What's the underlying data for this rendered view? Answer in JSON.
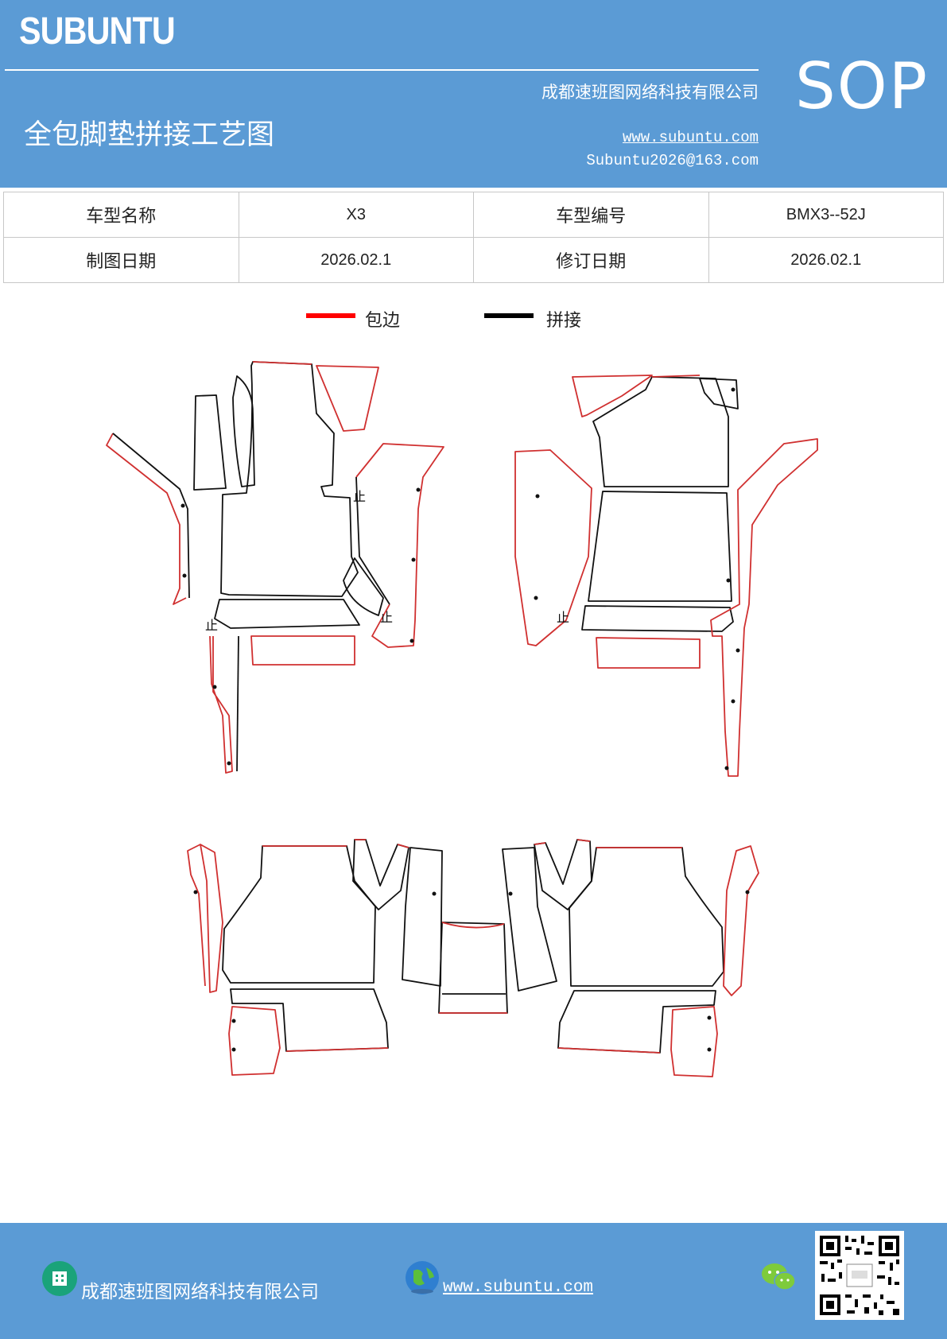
{
  "header": {
    "brand": "SUBUNTU",
    "sop": "SOP",
    "company": "成都速班图网络科技有限公司",
    "title": "全包脚垫拼接工艺图",
    "website": "www.subuntu.com",
    "email": "Subuntu2026@163.com"
  },
  "info_table": {
    "row1": [
      "车型名称",
      "X3",
      "车型编号",
      "BMX3--52J"
    ],
    "row2": [
      "制图日期",
      "2026.02.1",
      "修订日期",
      "2026.02.1"
    ]
  },
  "legend": {
    "items": [
      {
        "label": "包边",
        "color": "#ff0000"
      },
      {
        "label": "拼接",
        "color": "#000000"
      }
    ]
  },
  "drawing": {
    "stop_mark": "止",
    "edge_color": "#d03030",
    "seam_color": "#111111"
  },
  "footer": {
    "company": "成都速班图网络科技有限公司",
    "website": "www.subuntu.com",
    "company_icon": "building-icon",
    "web_icon": "globe-icon",
    "wechat_icon": "wechat-icon",
    "qr_icon": "qr-code"
  }
}
